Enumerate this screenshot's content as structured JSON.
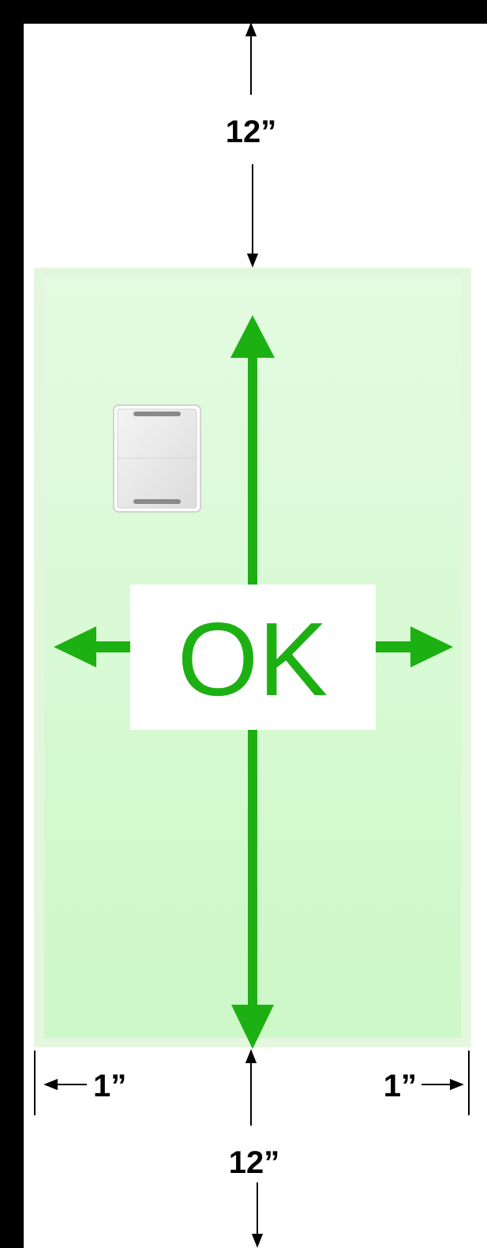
{
  "labels": {
    "top_clearance": "12”",
    "bottom_clearance": "12”",
    "left_clearance": "1”",
    "right_clearance": "1”",
    "status": "OK"
  },
  "colors": {
    "wall": "#000000",
    "zone_fill": "#d4f9d0",
    "zone_border": "#e4f7de",
    "arrow": "#1db013",
    "ok_text": "#1db013",
    "ok_box": "#ffffff",
    "dimension_line": "#000000"
  },
  "icons": {
    "device": "wall-access-panel-icon"
  }
}
